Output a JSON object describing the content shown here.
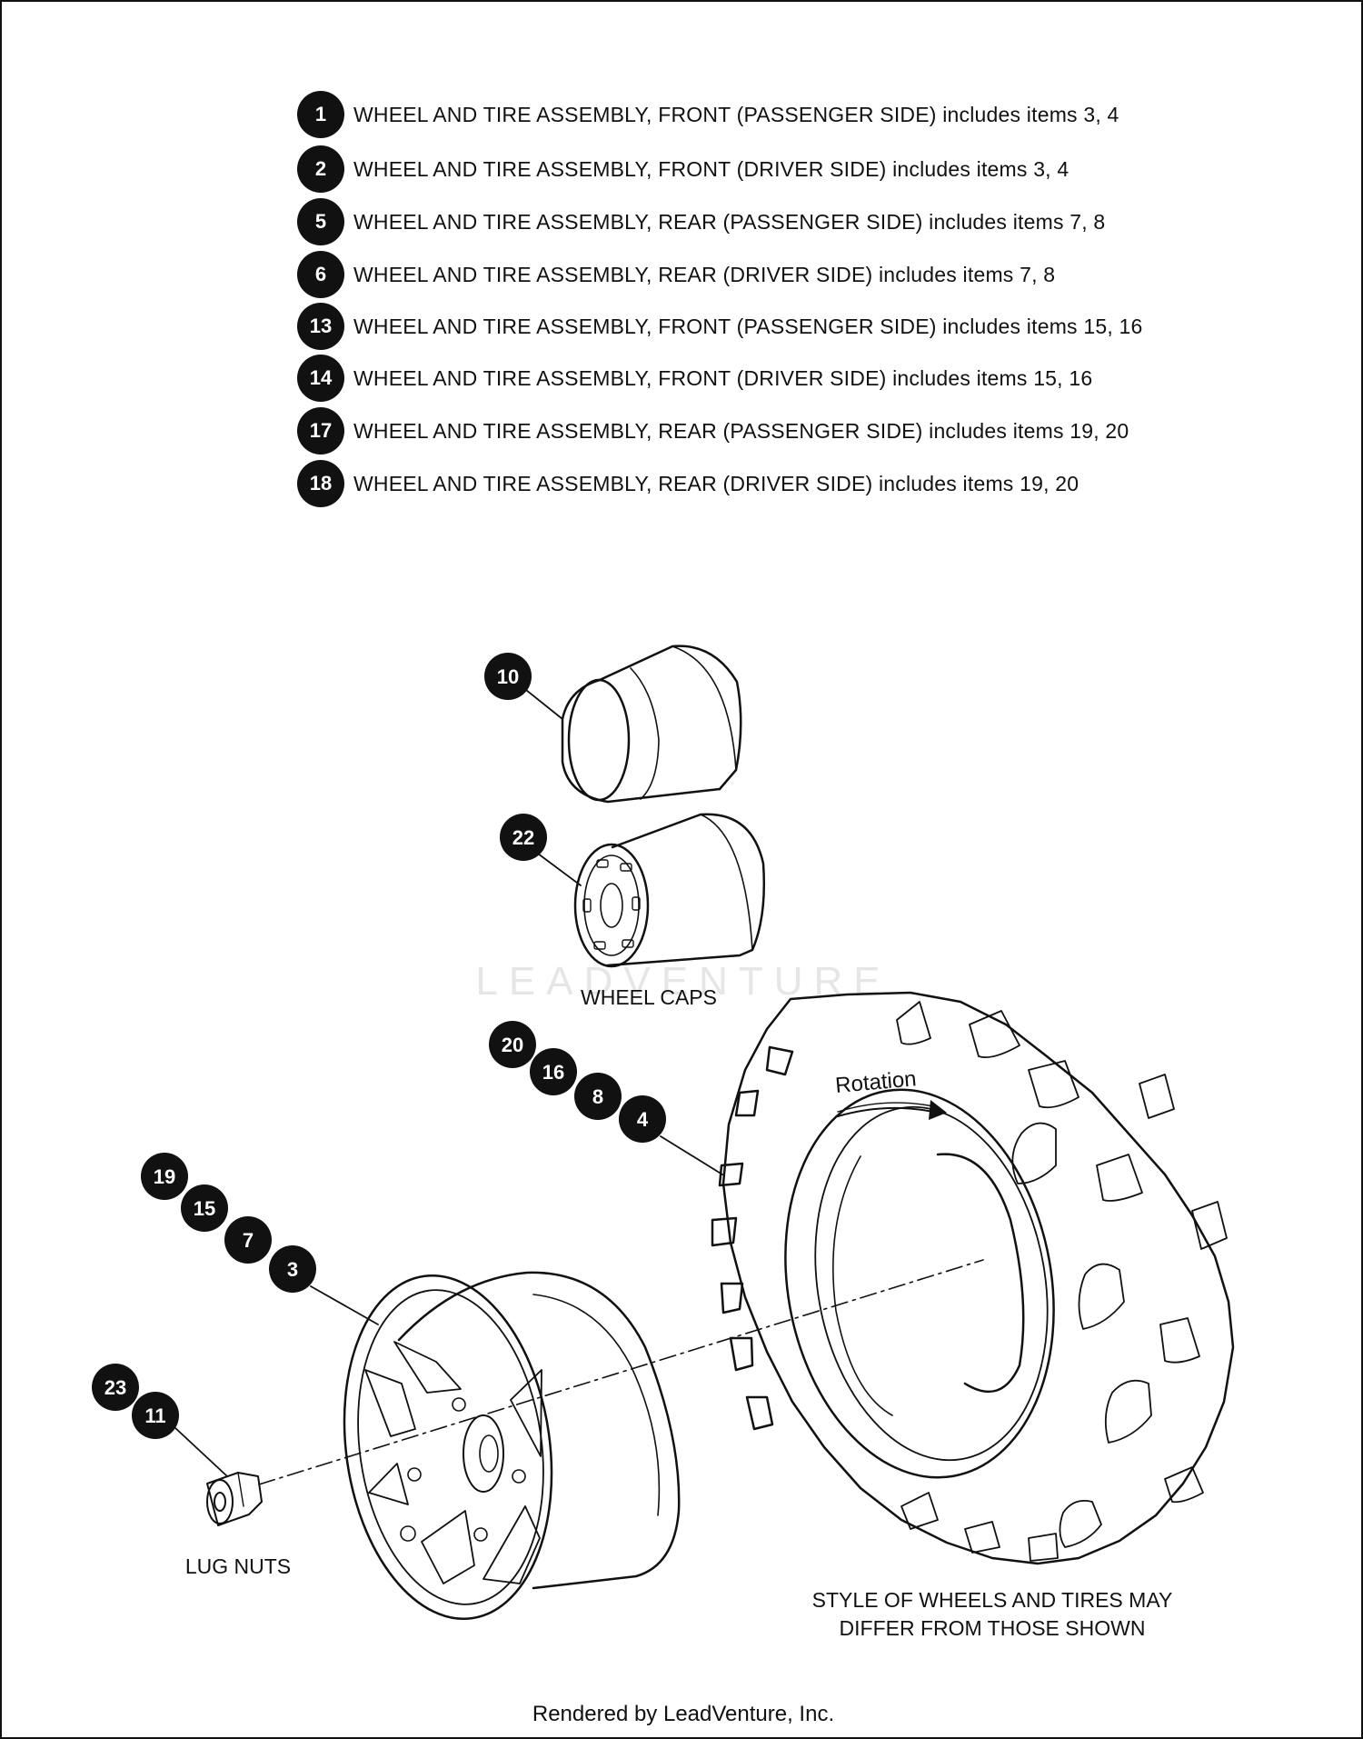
{
  "legend": [
    {
      "num": "1",
      "text": "WHEEL AND TIRE ASSEMBLY, FRONT (PASSENGER SIDE) includes items 3, 4"
    },
    {
      "num": "2",
      "text": "WHEEL AND TIRE ASSEMBLY, FRONT (DRIVER SIDE) includes items 3, 4"
    },
    {
      "num": "5",
      "text": "WHEEL AND TIRE ASSEMBLY, REAR (PASSENGER SIDE) includes items 7, 8"
    },
    {
      "num": "6",
      "text": "WHEEL AND TIRE ASSEMBLY, REAR (DRIVER SIDE) includes items 7, 8"
    },
    {
      "num": "13",
      "text": "WHEEL AND TIRE ASSEMBLY, FRONT (PASSENGER SIDE) includes items 15, 16"
    },
    {
      "num": "14",
      "text": "WHEEL AND TIRE ASSEMBLY, FRONT (DRIVER SIDE) includes items 15, 16"
    },
    {
      "num": "17",
      "text": "WHEEL AND TIRE ASSEMBLY, REAR (PASSENGER SIDE) includes items 19, 20"
    },
    {
      "num": "18",
      "text": "WHEEL AND TIRE ASSEMBLY, REAR (DRIVER SIDE) includes items 19, 20"
    }
  ],
  "callouts": {
    "cap_10": "10",
    "cap_22": "22",
    "tire_20": "20",
    "tire_16": "16",
    "tire_8": "8",
    "tire_4": "4",
    "rim_19": "19",
    "rim_15": "15",
    "rim_7": "7",
    "rim_3": "3",
    "nut_23": "23",
    "nut_11": "11"
  },
  "captions": {
    "wheel_caps": "WHEEL CAPS",
    "lug_nuts": "LUG NUTS",
    "style_note_line1": "STYLE OF WHEELS AND TIRES MAY",
    "style_note_line2": "DIFFER FROM THOSE SHOWN",
    "rotation": "Rotation"
  },
  "watermark": "LEADVENTURE",
  "footer": "Rendered by LeadVenture, Inc.",
  "colors": {
    "ink": "#111111",
    "badge_fill": "#111111",
    "badge_text": "#ffffff",
    "watermark": "#e6e6e6"
  }
}
